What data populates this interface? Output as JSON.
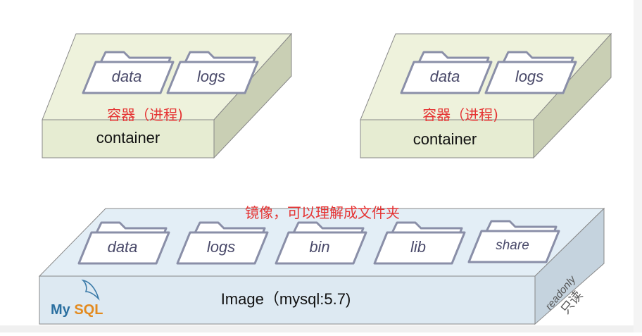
{
  "containers": [
    {
      "label": "container",
      "annotation": "容器（进程)",
      "folders": [
        "data",
        "logs"
      ]
    },
    {
      "label": "container",
      "annotation": "容器（进程)",
      "folders": [
        "data",
        "logs"
      ]
    }
  ],
  "image": {
    "label": "Image（mysql:5.7)",
    "annotation": "镜像，可以理解成文件夹",
    "folders": [
      "data",
      "logs",
      "bin",
      "lib",
      "share"
    ],
    "side_text_en": "readonly",
    "side_text_cn": "只读",
    "logo": "My SQL"
  },
  "colors": {
    "container_top": "#eef2dc",
    "container_front": "#e6ecd2",
    "container_side": "#c9cfb4",
    "image_top": "#e3eef6",
    "image_front": "#dde9f2",
    "image_side": "#c5d3de",
    "annotation": "#e53333",
    "folder_stroke": "#8a8fa8"
  }
}
